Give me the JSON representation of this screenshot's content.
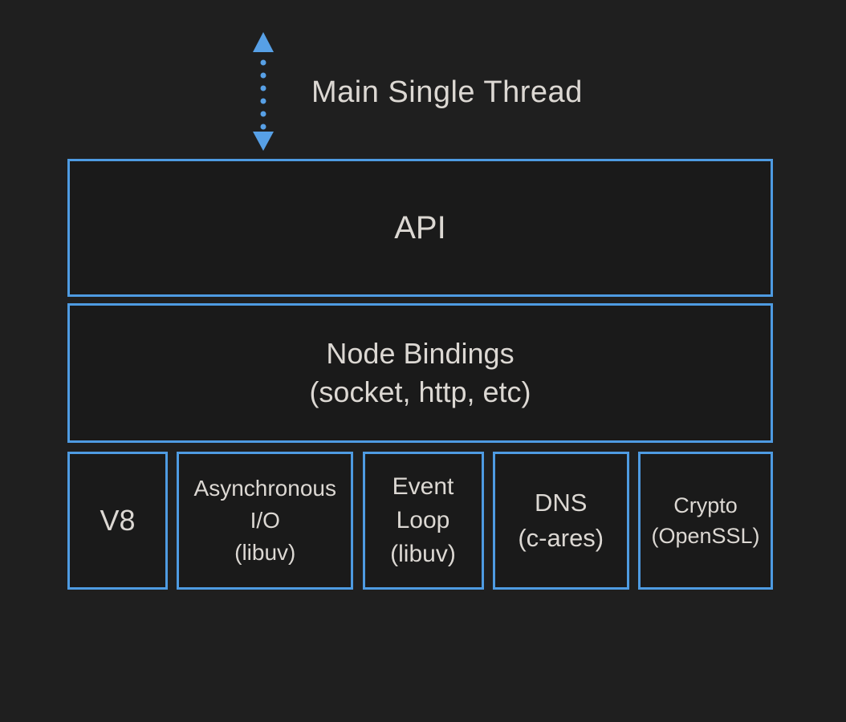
{
  "colors": {
    "background": "#1f1f1f",
    "box_fill": "#1a1a1a",
    "border_blue": "#4e9be2",
    "arrow_blue": "#57a0e6",
    "text": "#dcd8d3"
  },
  "title": {
    "label": "Main Single Thread"
  },
  "arrow": {
    "name": "double-headed-dotted-vertical-arrow",
    "direction": "vertical",
    "style": "dotted shaft with solid triangular heads"
  },
  "layers": [
    {
      "id": "api",
      "lines": [
        "API"
      ]
    },
    {
      "id": "node-bindings",
      "lines": [
        "Node Bindings",
        "(socket, http, etc)"
      ]
    }
  ],
  "components": [
    {
      "id": "v8",
      "lines": [
        "V8"
      ]
    },
    {
      "id": "async-io",
      "lines": [
        "Asynchronous",
        "I/O",
        "(libuv)"
      ]
    },
    {
      "id": "event-loop",
      "lines": [
        "Event",
        "Loop",
        "(libuv)"
      ]
    },
    {
      "id": "dns",
      "lines": [
        "DNS",
        "(c-ares)"
      ]
    },
    {
      "id": "crypto",
      "lines": [
        "Crypto",
        "(OpenSSL)"
      ]
    }
  ]
}
